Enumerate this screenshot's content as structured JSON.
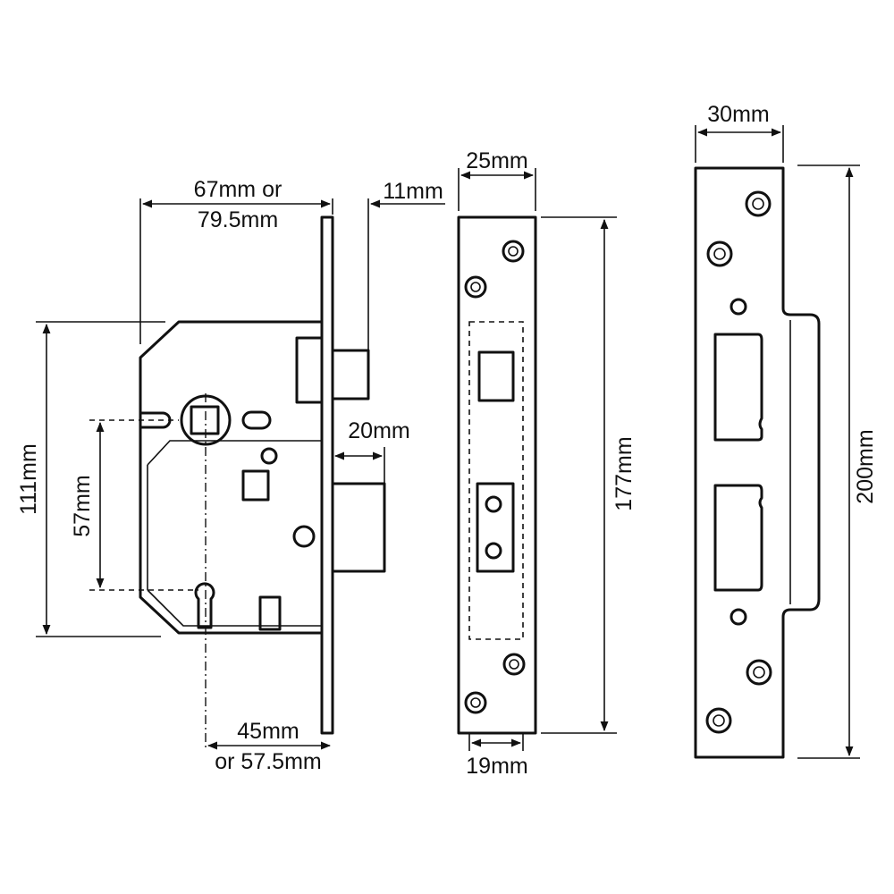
{
  "diagram": {
    "dimensions": {
      "case_width_line1": "67mm or",
      "case_width_line2": "79.5mm",
      "latch_throw": "11mm",
      "case_height": "111mm",
      "centres": "57mm",
      "bolt_throw": "20mm",
      "backset_line1": "45mm",
      "backset_line2": "or 57.5mm",
      "forend_width": "25mm",
      "forend_height": "177mm",
      "forend_inner_width": "19mm",
      "strike_width": "30mm",
      "strike_height": "200mm"
    }
  }
}
